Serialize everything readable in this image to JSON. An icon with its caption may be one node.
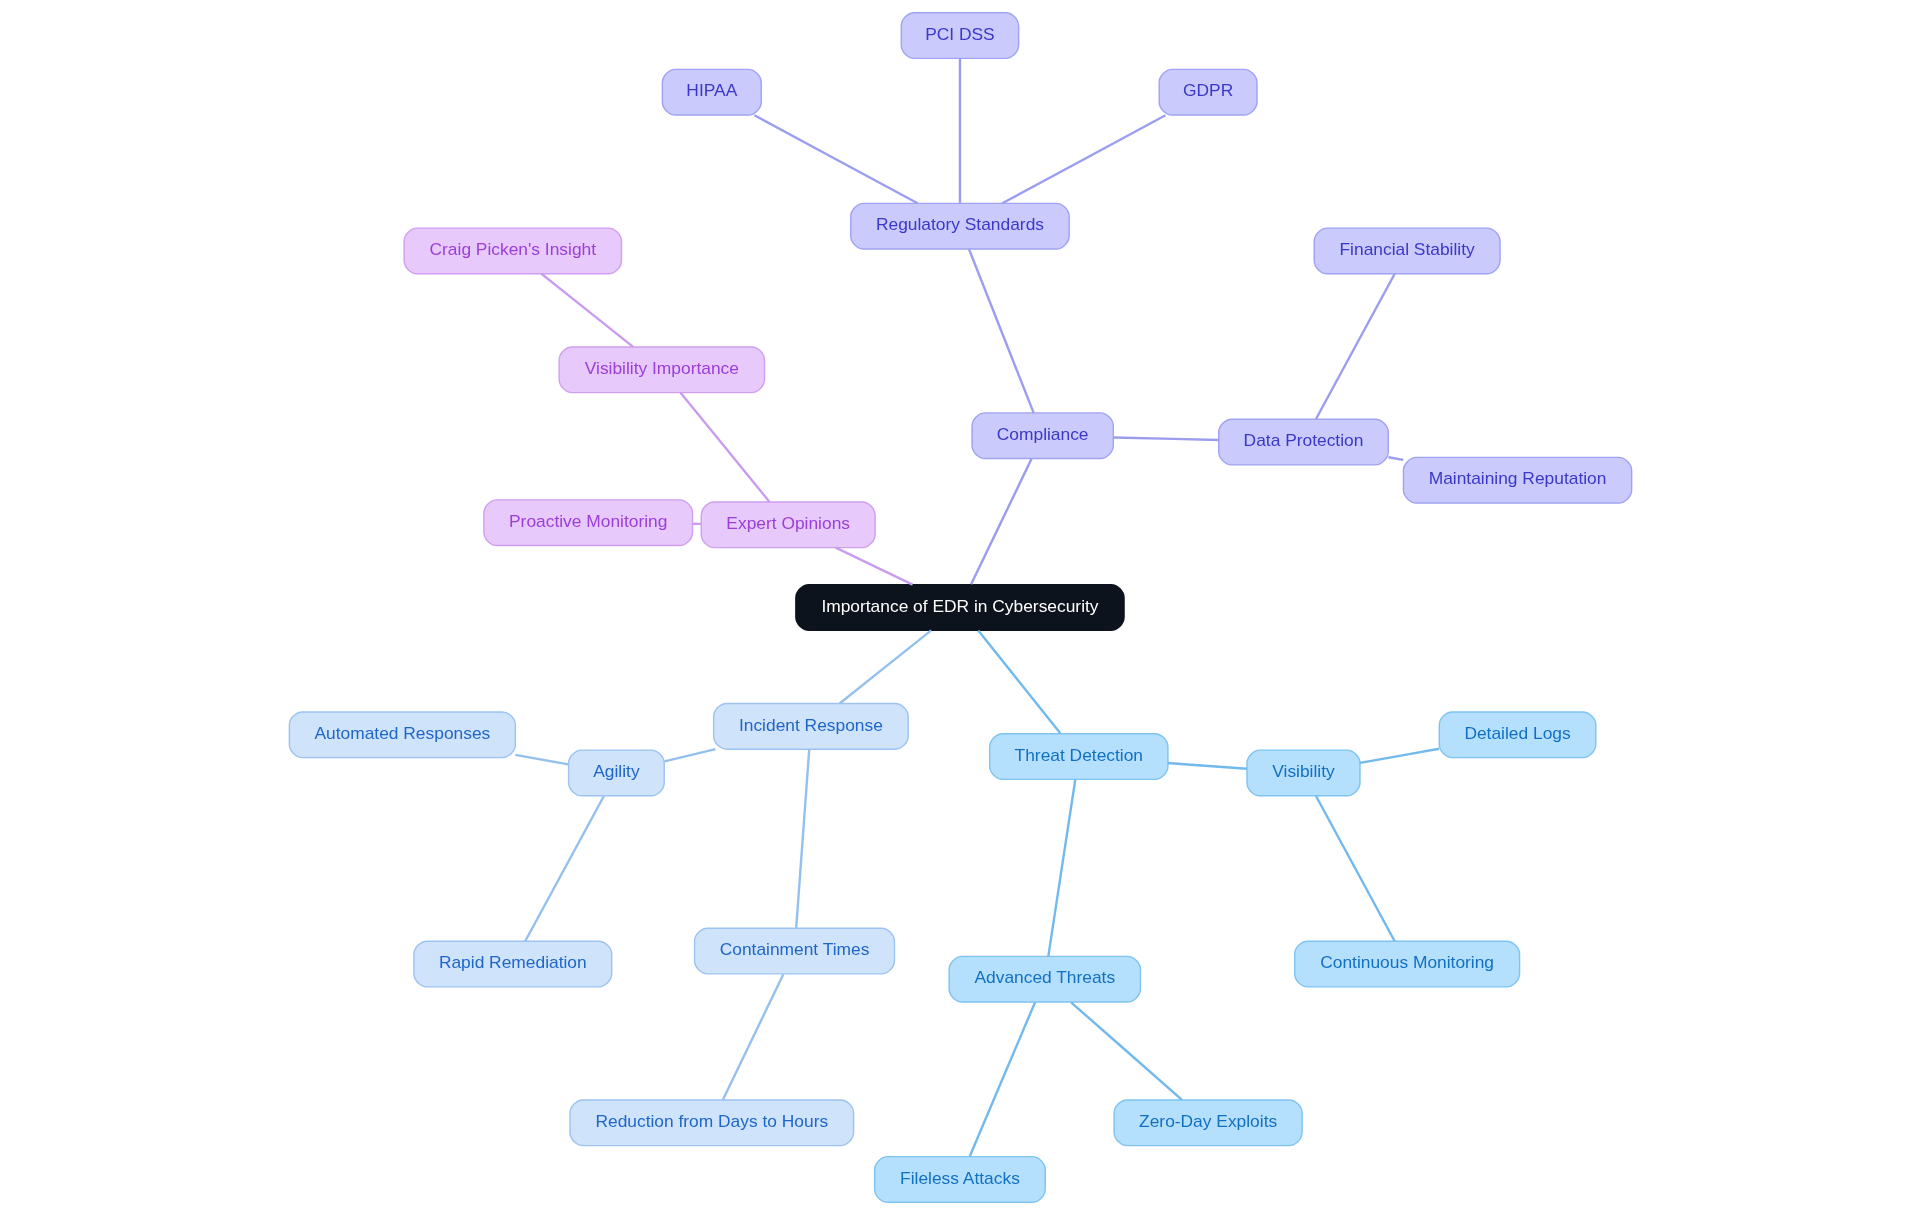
{
  "diagram": {
    "nodes": [
      {
        "text": [
          "Importance of EDR in Cybersecurity"
        ]
      },
      {
        "text": [
          "Compliance"
        ]
      },
      {
        "text": [
          "Data Protection"
        ]
      },
      {
        "text": [
          "Maintaining Reputation"
        ]
      },
      {
        "text": [
          "Financial Stability"
        ]
      },
      {
        "text": [
          "Regulatory Standards"
        ]
      },
      {
        "text": [
          "GDPR"
        ]
      },
      {
        "text": [
          "PCI DSS"
        ]
      },
      {
        "text": [
          "HIPAA"
        ]
      },
      {
        "text": [
          "Expert Opinions"
        ]
      },
      {
        "text": [
          "Visibility Importance"
        ]
      },
      {
        "text": [
          "Craig Picken's Insight"
        ]
      },
      {
        "text": [
          "Proactive Monitoring"
        ]
      },
      {
        "text": [
          "Incident Response"
        ]
      },
      {
        "text": [
          "Agility"
        ]
      },
      {
        "text": [
          "Automated Responses"
        ]
      },
      {
        "text": [
          "Rapid Remediation"
        ]
      },
      {
        "text": [
          "Containment Times"
        ]
      },
      {
        "text": [
          "Reduction from Days to Hours"
        ]
      },
      {
        "text": [
          "Threat Detection"
        ]
      },
      {
        "text": [
          "Advanced Threats"
        ]
      },
      {
        "text": [
          "Fileless Attacks"
        ]
      },
      {
        "text": [
          "Zero-Day Exploits"
        ]
      },
      {
        "text": [
          "Visibility"
        ]
      },
      {
        "text": [
          "Continuous Monitoring"
        ]
      },
      {
        "text": [
          "Detailed Logs"
        ]
      }
    ],
    "edges": [
      {
        "from": 0,
        "to": 1,
        "arrow": "none"
      },
      {
        "from": 1,
        "to": 2,
        "arrow": "none"
      },
      {
        "from": 2,
        "to": 3,
        "arrow": "none"
      },
      {
        "from": 2,
        "to": 4,
        "arrow": "none"
      },
      {
        "from": 1,
        "to": 5,
        "arrow": "none"
      },
      {
        "from": 5,
        "to": 6,
        "arrow": "none"
      },
      {
        "from": 5,
        "to": 7,
        "arrow": "none"
      },
      {
        "from": 5,
        "to": 8,
        "arrow": "none"
      },
      {
        "from": 0,
        "to": 9,
        "arrow": "none",
        "color": "#c99cf0"
      },
      {
        "from": 9,
        "to": 10,
        "arrow": "none",
        "color": "#c99cf0"
      },
      {
        "from": 10,
        "to": 11,
        "arrow": "none",
        "color": "#c99cf0"
      },
      {
        "from": 9,
        "to": 12,
        "arrow": "none",
        "color": "#c99cf0"
      },
      {
        "from": 0,
        "to": 13,
        "arrow": "none",
        "color": "#94c0ee"
      },
      {
        "from": 13,
        "to": 14,
        "arrow": "none",
        "color": "#94c0ee"
      },
      {
        "from": 14,
        "to": 15,
        "arrow": "none",
        "color": "#94c0ee"
      },
      {
        "from": 14,
        "to": 16,
        "arrow": "none",
        "color": "#94c0ee"
      },
      {
        "from": 13,
        "to": 17,
        "arrow": "none",
        "color": "#94c0ee"
      },
      {
        "from": 17,
        "to": 18,
        "arrow": "none",
        "color": "#94c0ee"
      },
      {
        "from": 0,
        "to": 19,
        "arrow": "none",
        "color": "#72b9ee"
      },
      {
        "from": 19,
        "to": 20,
        "arrow": "none",
        "color": "#72b9ee"
      },
      {
        "from": 20,
        "to": 21,
        "arrow": "none",
        "color": "#72b9ee"
      },
      {
        "from": 20,
        "to": 22,
        "arrow": "none",
        "color": "#72b9ee"
      },
      {
        "from": 19,
        "to": 23,
        "arrow": "none",
        "color": "#72b9ee"
      },
      {
        "from": 23,
        "to": 24,
        "arrow": "none",
        "color": "#72b9ee"
      },
      {
        "from": 23,
        "to": 25,
        "arrow": "none",
        "color": "#72b9ee"
      }
    ]
  }
}
